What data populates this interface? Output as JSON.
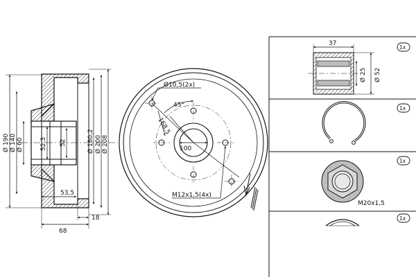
{
  "colors": {
    "ink": "#111111",
    "hatch": "#333333",
    "shade": "#bdbdbd",
    "paper": "#ffffff"
  },
  "side_view": {
    "dia_190": "Ø 190",
    "dia_140": "Ø 140",
    "dia_60": "Ø 60",
    "dim_52_3": "52,3",
    "dim_52": "52",
    "dia_180_2": "Ø 180,2",
    "dia_200": "Ø 200",
    "dia_208": "Ø 208",
    "dim_53_5": "53,5",
    "dim_18": "18",
    "dim_68": "68"
  },
  "front_view": {
    "hole_dia": "Ø10,5(2x)",
    "angle": "45°",
    "pcd": "168,5",
    "center": "100",
    "thread": "M12x1,5(4x)"
  },
  "parts": {
    "bearing": {
      "qty": "1x",
      "width": "37",
      "inner_dia": "Ø 25",
      "outer_dia": "Ø 52"
    },
    "circlip": {
      "qty": "1x"
    },
    "nut": {
      "qty": "1x",
      "thread": "M20x1,5"
    },
    "cap": {
      "qty": "1x"
    }
  }
}
